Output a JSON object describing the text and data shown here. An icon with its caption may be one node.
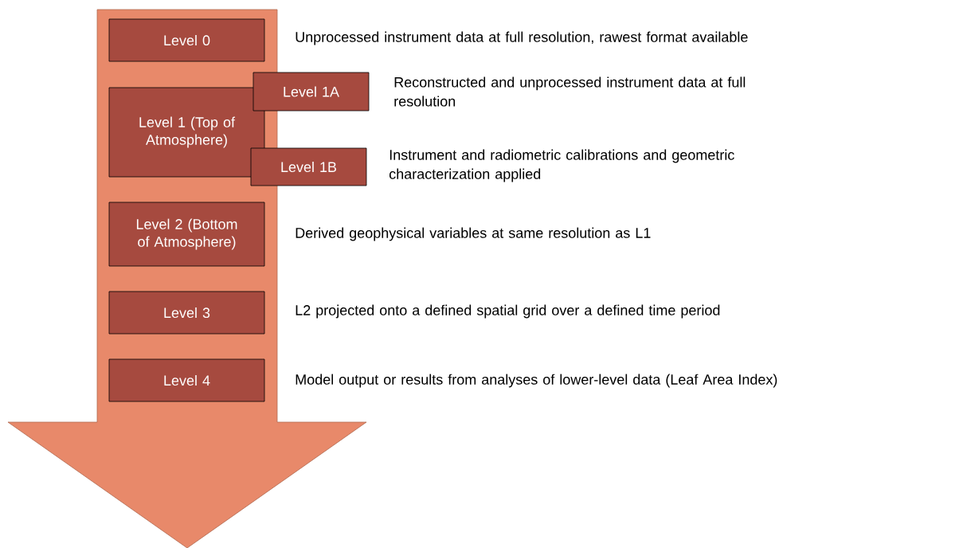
{
  "diagram": {
    "nodes": [
      {
        "text": [],
        "shape": "arrow"
      },
      {
        "text": [
          "Level 0"
        ],
        "in": 0,
        "beside": [
          "Unprocessed instrument data at full resolution, rawest format available"
        ]
      },
      {
        "text": [
          "Level 1 (Top of Atmosphere)"
        ],
        "in": 0
      },
      {
        "text": [
          "Level 1A"
        ],
        "beside": [
          "Reconstructed and unprocessed instrument data at full resolution"
        ]
      },
      {
        "text": [
          "Level 1B"
        ],
        "beside": [
          "Instrument and radiometric calibrations and geometric characterization applied"
        ]
      },
      {
        "text": [
          "Level 2 (Bottom of Atmosphere)"
        ],
        "in": 0,
        "beside": [
          "Derived geophysical variables at same resolution as L1"
        ]
      },
      {
        "text": [
          "Level 3"
        ],
        "in": 0,
        "beside": [
          "L2 projected onto a defined spatial grid over a defined time period"
        ]
      },
      {
        "text": [
          "Level 4"
        ],
        "in": 0,
        "beside": [
          "Model output or results from analyses of lower-level data (Leaf Area Index)"
        ]
      }
    ]
  }
}
